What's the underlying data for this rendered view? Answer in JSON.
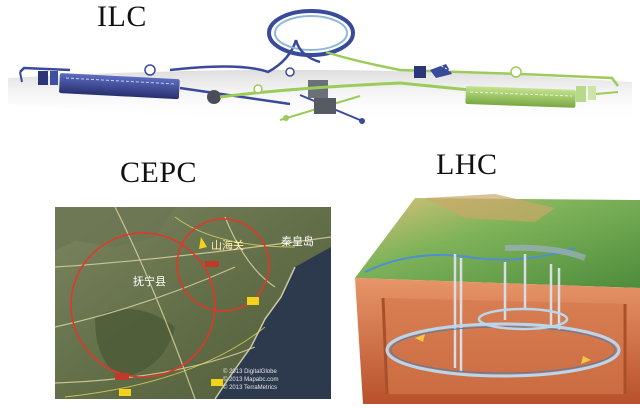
{
  "labels": {
    "ilc": "ILC",
    "cepc": "CEPC",
    "lhc": "LHC"
  },
  "cepc_map": {
    "place_names": [
      "山海关",
      "秦皇岛",
      "抚宁县"
    ],
    "attribution": [
      "© 2013 DigitalGlobe",
      "© 2013 Mapabc.com",
      "© 2013 TerraMetrics"
    ],
    "colors": {
      "ring": "#e8332a",
      "terrain": "#5f6e45",
      "sea": "#2d3a4e"
    }
  },
  "ilc": {
    "colors": {
      "electron_line": "#3a4a9a",
      "positron_line": "#9ccb5a",
      "detector": "#6a6f78"
    }
  },
  "lhc": {
    "colors": {
      "ring": "#b9d6ec",
      "earth": "#d8774f",
      "surface": "#6aa84f"
    }
  }
}
